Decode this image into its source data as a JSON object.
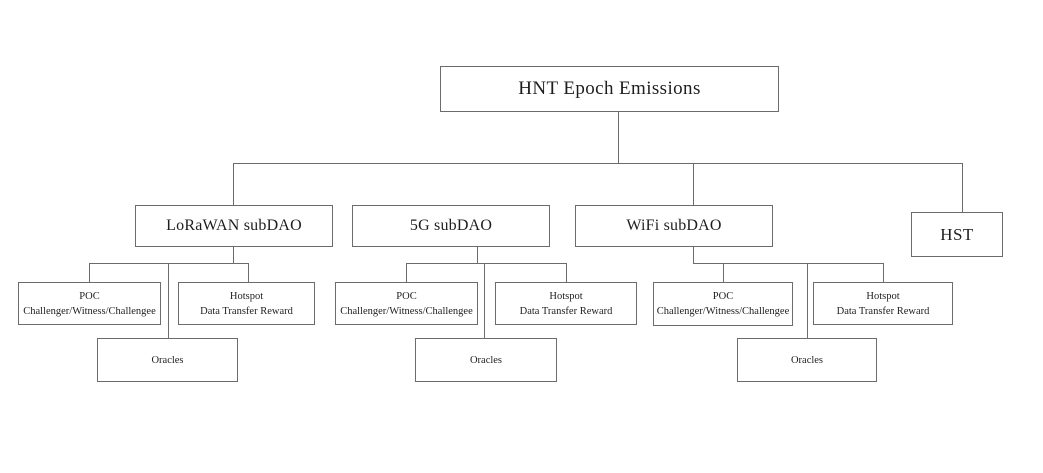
{
  "colors": {
    "line": "#6b6b6b",
    "box_border": "#6b6b6b",
    "text": "#1e1e1e",
    "background": "#ffffff"
  },
  "nodes": {
    "root": "HNT Epoch Emissions",
    "lorawan": "LoRaWAN subDAO",
    "five_g": "5G subDAO",
    "wifi": "WiFi subDAO",
    "hst": "HST",
    "poc_title": "POC",
    "poc_subtitle": "Challenger/Witness/Challengee",
    "hotspot_title": "Hotspot",
    "hotspot_subtitle": "Data Transfer Reward",
    "oracles": "Oracles"
  }
}
